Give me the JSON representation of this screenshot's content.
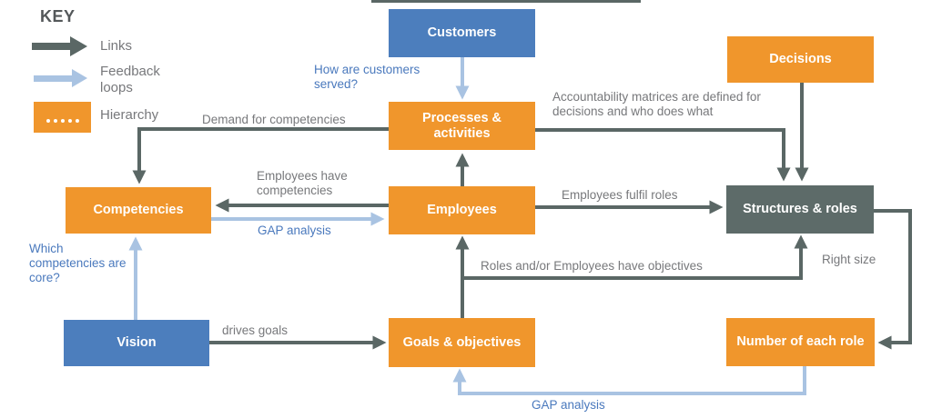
{
  "key": {
    "title": "KEY",
    "items": [
      {
        "id": "links",
        "label": "Links",
        "symbol": "dark-arrow-icon"
      },
      {
        "id": "feedback",
        "label": "Feedback loops",
        "symbol": "light-arrow-icon"
      },
      {
        "id": "hierarchy",
        "label": "Hierarchy",
        "symbol": "orange-dotted-box-icon"
      }
    ]
  },
  "nodes": {
    "customers": {
      "label": "Customers",
      "style": "blue"
    },
    "processes": {
      "label": "Processes & activities",
      "style": "orange"
    },
    "decisions": {
      "label": "Decisions",
      "style": "orange"
    },
    "competencies": {
      "label": "Competencies",
      "style": "orange"
    },
    "employees": {
      "label": "Employees",
      "style": "orange"
    },
    "structures": {
      "label": "Structures & roles",
      "style": "dark"
    },
    "vision": {
      "label": "Vision",
      "style": "blue"
    },
    "goals": {
      "label": "Goals & objectives",
      "style": "orange"
    },
    "number_of_each_role": {
      "label": "Number of each role",
      "style": "orange"
    }
  },
  "edge_labels": {
    "how_are_customers_served": {
      "text": "How are customers served?",
      "color": "blue"
    },
    "demand_for_competencies": {
      "text": "Demand for competencies",
      "color": "gray"
    },
    "accountability": {
      "text": "Accountability matrices are defined for decisions and who does what",
      "color": "gray"
    },
    "employees_have_competencies": {
      "text": "Employees have competencies",
      "color": "gray"
    },
    "gap_analysis_competencies": {
      "text": "GAP analysis",
      "color": "blue"
    },
    "employees_fulfil_roles": {
      "text": "Employees fulfil roles",
      "color": "gray"
    },
    "roles_employees_objectives": {
      "text": "Roles and/or Employees have objectives",
      "color": "gray"
    },
    "right_size": {
      "text": "Right size",
      "color": "gray"
    },
    "which_competencies_core": {
      "text": "Which competencies are core?",
      "color": "blue"
    },
    "drives_goals": {
      "text": "drives goals",
      "color": "gray"
    },
    "gap_analysis_roles": {
      "text": "GAP analysis",
      "color": "blue"
    }
  },
  "colors": {
    "orange": "#F0962C",
    "blue": "#4C7EBD",
    "dark_box": "#5D6B69",
    "link_arrow": "#5A6765",
    "feedback_arrow": "#A9C3E2",
    "gray_text": "#77787B",
    "blue_text": "#4A79BD"
  }
}
